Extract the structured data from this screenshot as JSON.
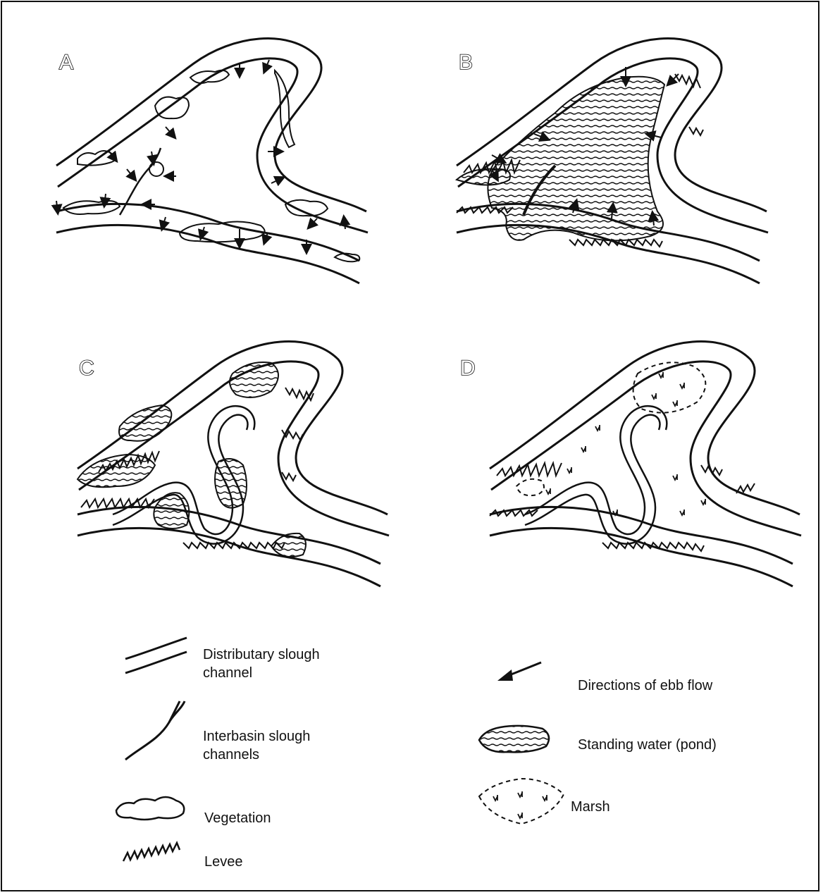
{
  "panels": {
    "a": {
      "label": "A"
    },
    "b": {
      "label": "B"
    },
    "c": {
      "label": "C"
    },
    "d": {
      "label": "D"
    }
  },
  "legend": {
    "distributary_channel": "Distributary slough channel",
    "interbasin_channels": "Interbasin slough channels",
    "vegetation": "Vegetation",
    "levee": "Levee",
    "ebb_flow": "Directions of ebb flow",
    "standing_water": "Standing water (pond)",
    "marsh": "Marsh"
  },
  "colors": {
    "ink": "#111111",
    "paper": "#ffffff"
  }
}
